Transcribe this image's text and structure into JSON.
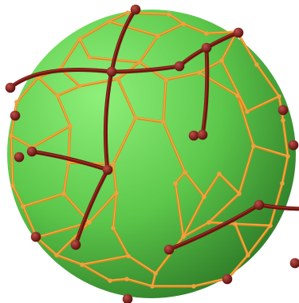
{
  "figure": {
    "subject": "sphere-with-cage-network",
    "colors": {
      "background": "#ffffff",
      "sphere_light": "#8ef07a",
      "sphere_mid": "#5cc74a",
      "sphere_dark": "#2f7d28",
      "cage_edge": "#e08a1e",
      "cage_edge_highlight": "#ffc060",
      "cage_node": "#f0a040",
      "chain_rod": "#6e1410",
      "chain_rod_highlight": "#b04030",
      "chain_bead": "#5a0f0c",
      "chain_bead_highlight": "#c0504a"
    },
    "counts": {
      "chains": 9,
      "red_beads": 22
    }
  }
}
